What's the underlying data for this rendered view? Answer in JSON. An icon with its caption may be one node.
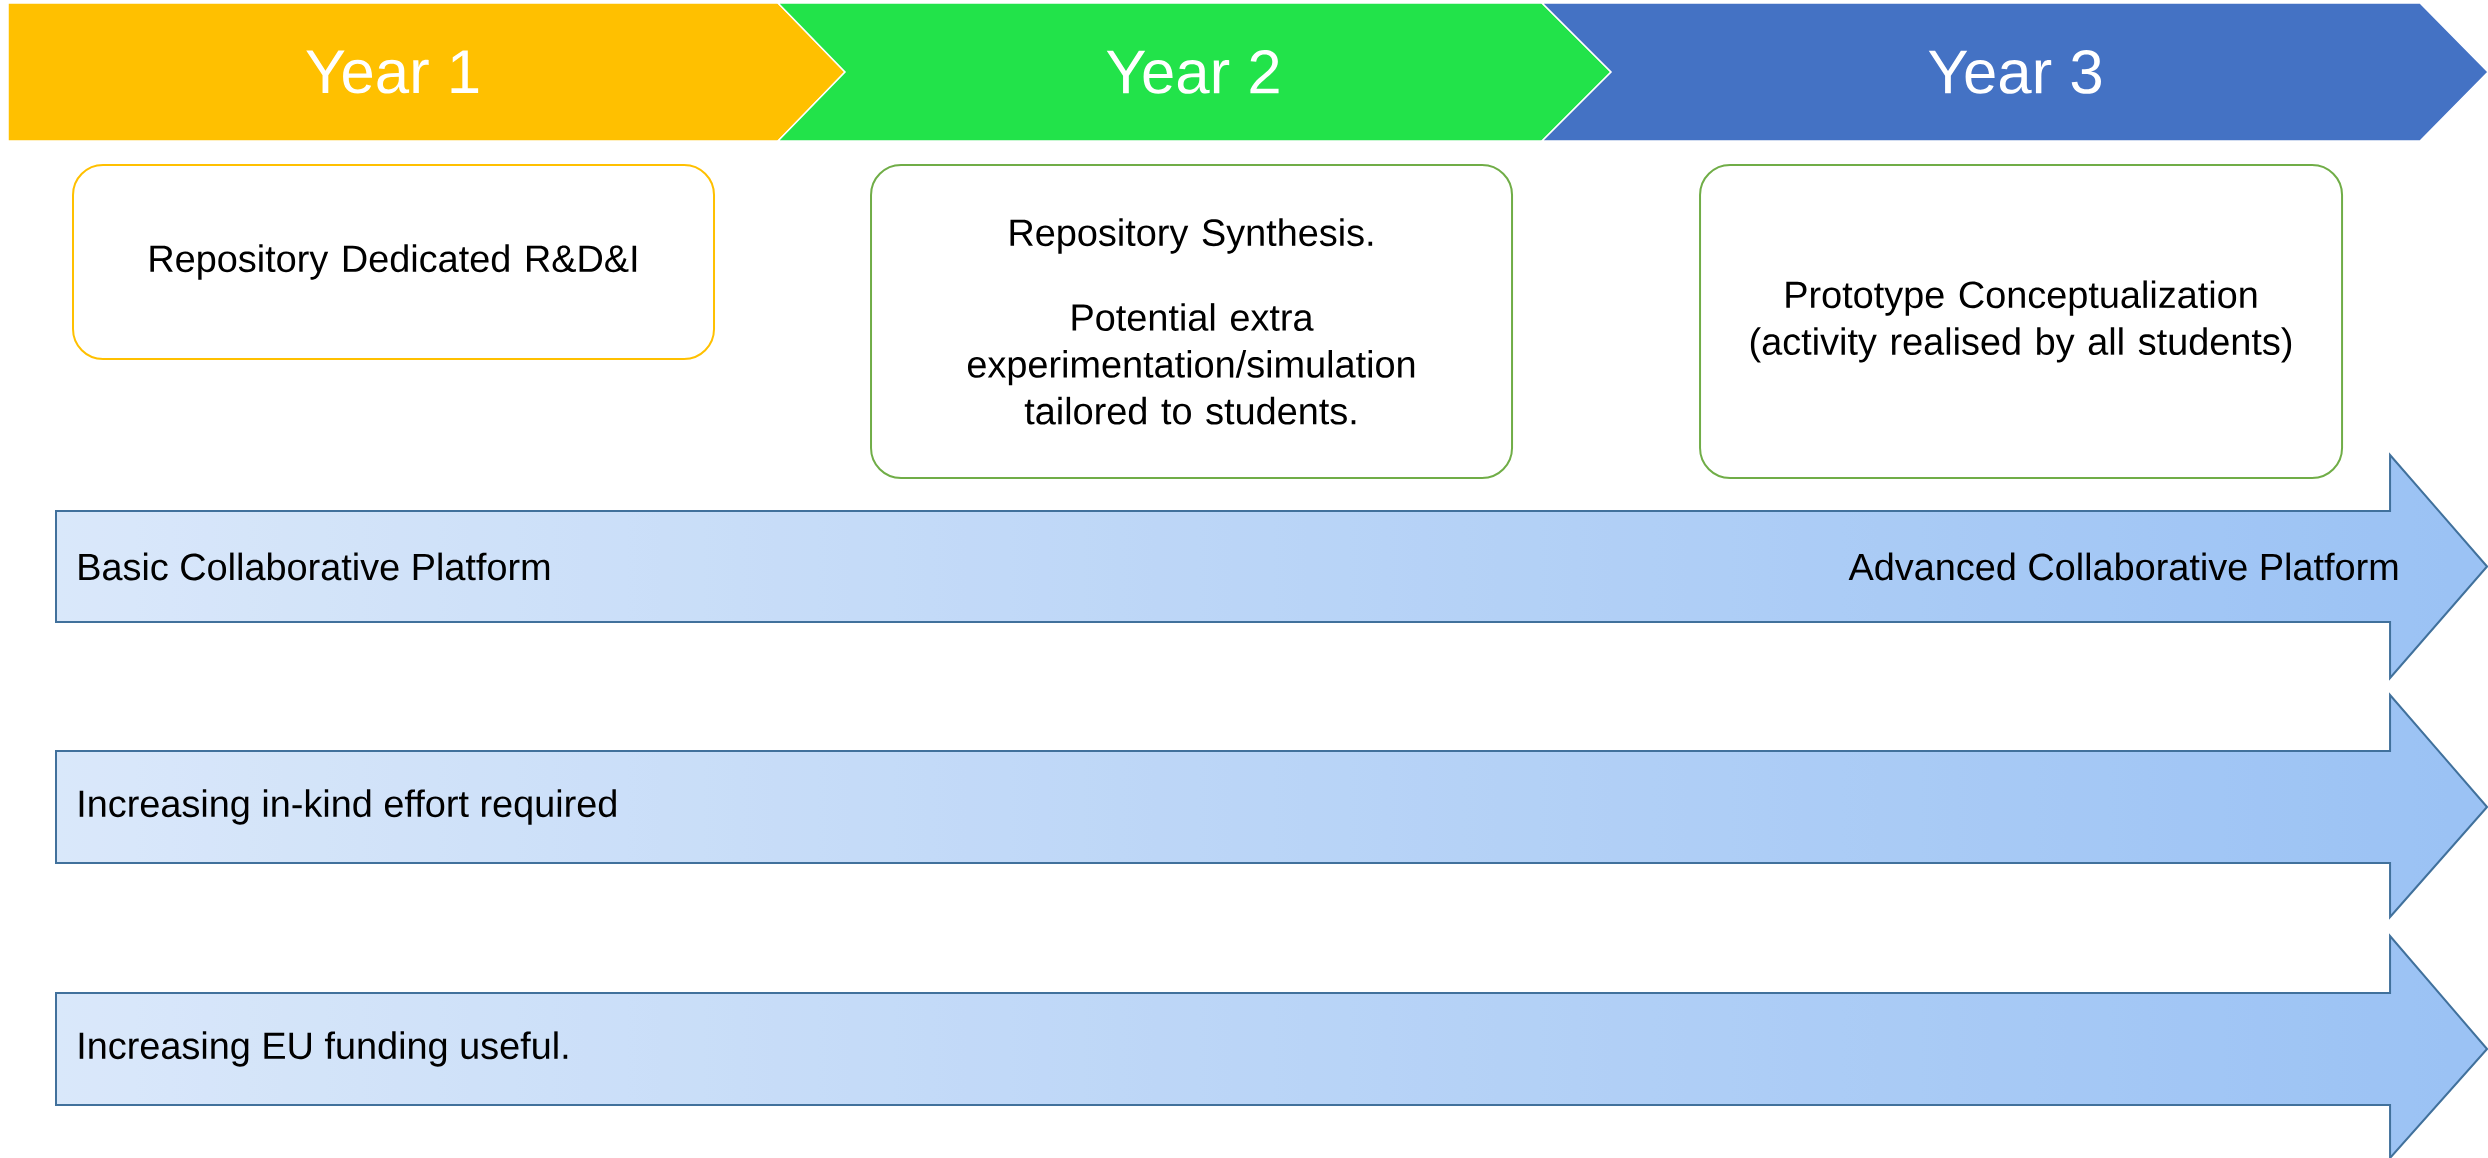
{
  "diagram": {
    "nodes": [
      {
        "text": [
          "Year 1"
        ]
      },
      {
        "text": [
          "Year 2"
        ]
      },
      {
        "text": [
          "Year 3"
        ]
      },
      {
        "text": [
          "Repository Dedicated R&D&I"
        ]
      },
      {
        "text": [
          "Repository Synthesis.",
          "Potential extra experimentation/simulation tailored to students."
        ]
      },
      {
        "text": [
          "Prototype Conceptualization (activity realised by all students)"
        ]
      },
      {
        "text": [
          "Basic Collaborative Platform",
          "Advanced Collaborative Platform"
        ]
      },
      {
        "text": [
          "Increasing in-kind effort required"
        ]
      },
      {
        "text": [
          "Increasing EU funding useful."
        ]
      }
    ],
    "edges": []
  }
}
